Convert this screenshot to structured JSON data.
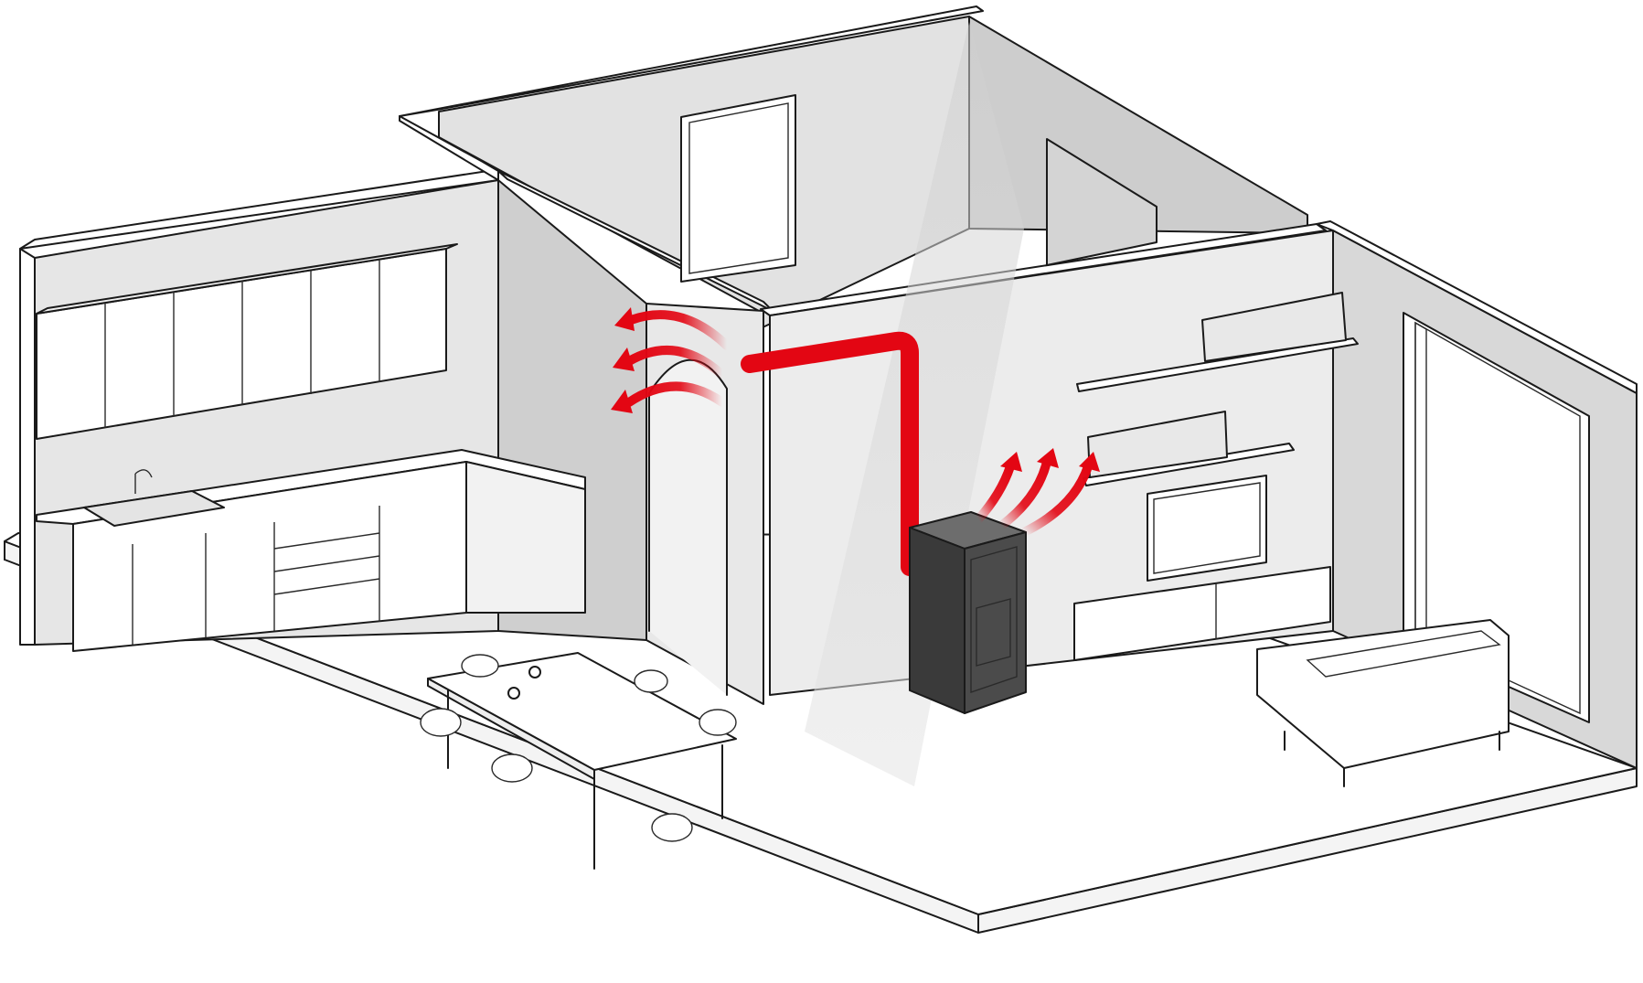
{
  "diagram": {
    "labels": [],
    "components": [
      {
        "id": "kitchen",
        "icon": "kitchen-cabinets-icon"
      },
      {
        "id": "dining-table",
        "icon": "table-icon"
      },
      {
        "id": "pellet-stove",
        "icon": "stove-icon"
      },
      {
        "id": "hot-air-duct",
        "icon": "duct-icon"
      },
      {
        "id": "tv-unit",
        "icon": "tv-icon"
      },
      {
        "id": "sofa",
        "icon": "sofa-icon"
      },
      {
        "id": "bookshelves",
        "icon": "bookshelf-icon"
      },
      {
        "id": "window",
        "icon": "window-icon"
      }
    ]
  },
  "colors": {
    "heat_flow": "#e30613",
    "wall_shading": "#d9d9d9",
    "shadow": "#cfcfcf",
    "outline": "#1a1a1a",
    "stove_body": "#3a3a3a"
  }
}
